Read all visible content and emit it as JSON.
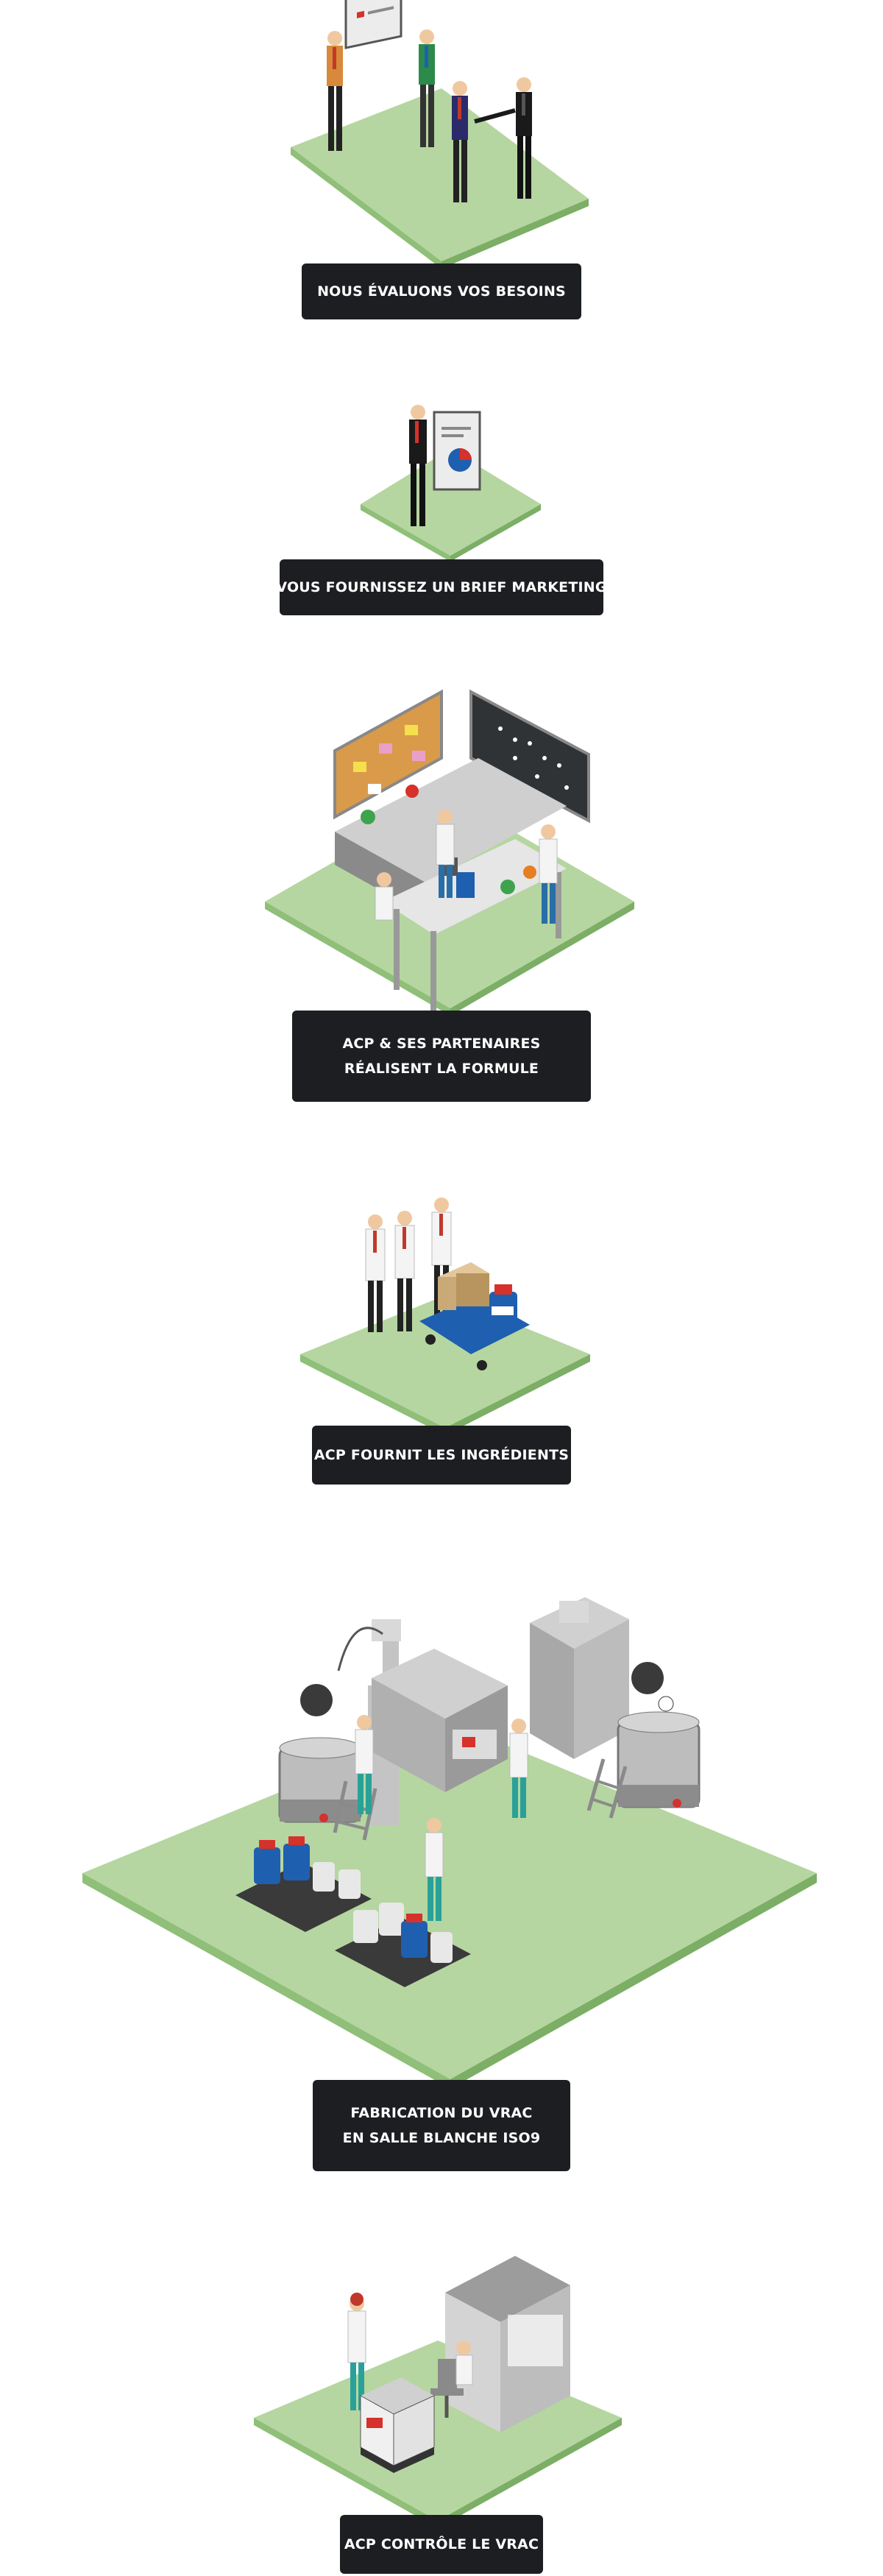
{
  "steps": [
    {
      "id": "evaluate",
      "lines": [
        "NOUS ÉVALUONS VOS BESOINS"
      ]
    },
    {
      "id": "brief",
      "lines": [
        "VOUS FOURNISSEZ UN BRIEF MARKETING"
      ]
    },
    {
      "id": "formula",
      "lines": [
        "ACP & SES PARTENAIRES",
        "RÉALISENT LA FORMULE"
      ]
    },
    {
      "id": "ingredients",
      "lines": [
        "ACP FOURNIT LES INGRÉDIENTS"
      ]
    },
    {
      "id": "manufacturing",
      "lines": [
        "FABRICATION DU VRAC",
        "EN SALLE BLANCHE ISO9"
      ]
    },
    {
      "id": "control",
      "lines": [
        "ACP CONTRÔLE LE VRAC"
      ]
    }
  ],
  "colors": {
    "platform_top": "#b5d6a0",
    "platform_side": "#8fbf78",
    "label_bg": "#1c1e21",
    "label_text": "#ffffff",
    "accent_red": "#d6312b",
    "accent_blue": "#1f5fb0"
  }
}
